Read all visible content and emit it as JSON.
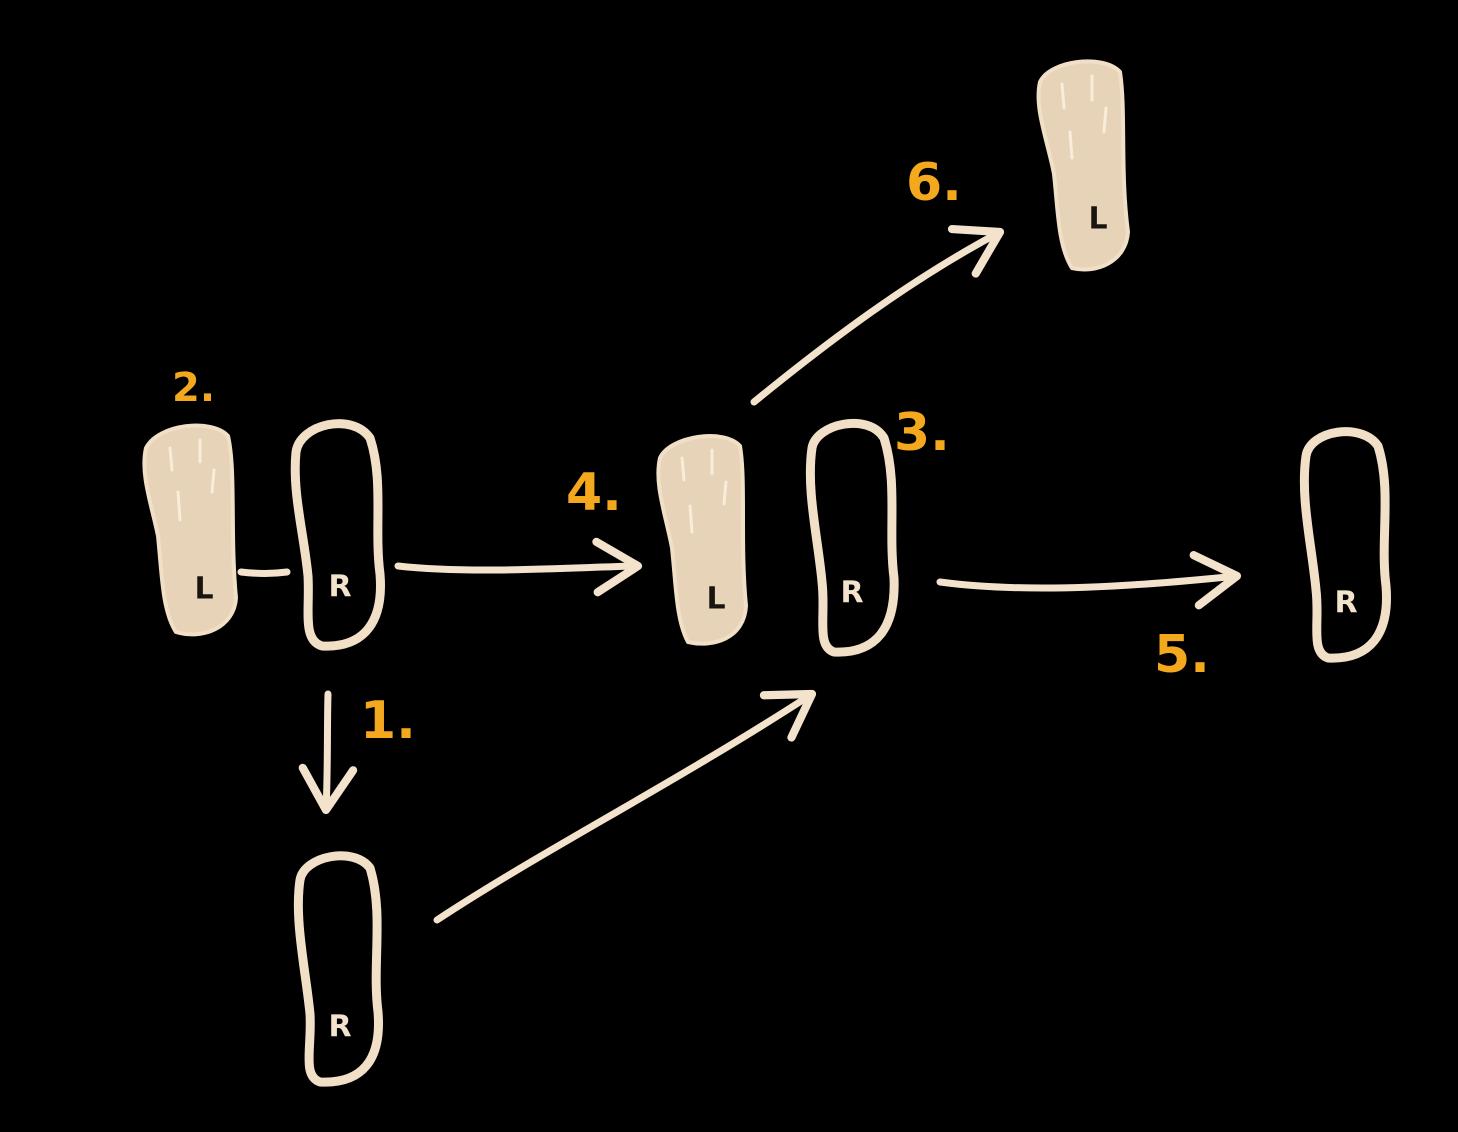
{
  "colors": {
    "background": "#000000",
    "foot": "#F1DFC7",
    "foot_fill": "#E7D3B7",
    "stroke": "#F3E3CC",
    "letter": "#1A1410",
    "step": "#F4A81D"
  },
  "feet": [
    {
      "id": "start-left",
      "side": "L",
      "label": "L",
      "filled": true
    },
    {
      "id": "start-right",
      "side": "R",
      "label": "R",
      "filled": false
    },
    {
      "id": "back-right",
      "side": "R",
      "label": "R",
      "filled": false
    },
    {
      "id": "mid-left",
      "side": "L",
      "label": "L",
      "filled": true
    },
    {
      "id": "mid-right",
      "side": "R",
      "label": "R",
      "filled": false
    },
    {
      "id": "far-right",
      "side": "R",
      "label": "R",
      "filled": false
    },
    {
      "id": "diag-left",
      "side": "L",
      "label": "L",
      "filled": true
    }
  ],
  "steps": [
    {
      "label": "1."
    },
    {
      "label": "2."
    },
    {
      "label": "3."
    },
    {
      "label": "4."
    },
    {
      "label": "5."
    },
    {
      "label": "6."
    }
  ]
}
